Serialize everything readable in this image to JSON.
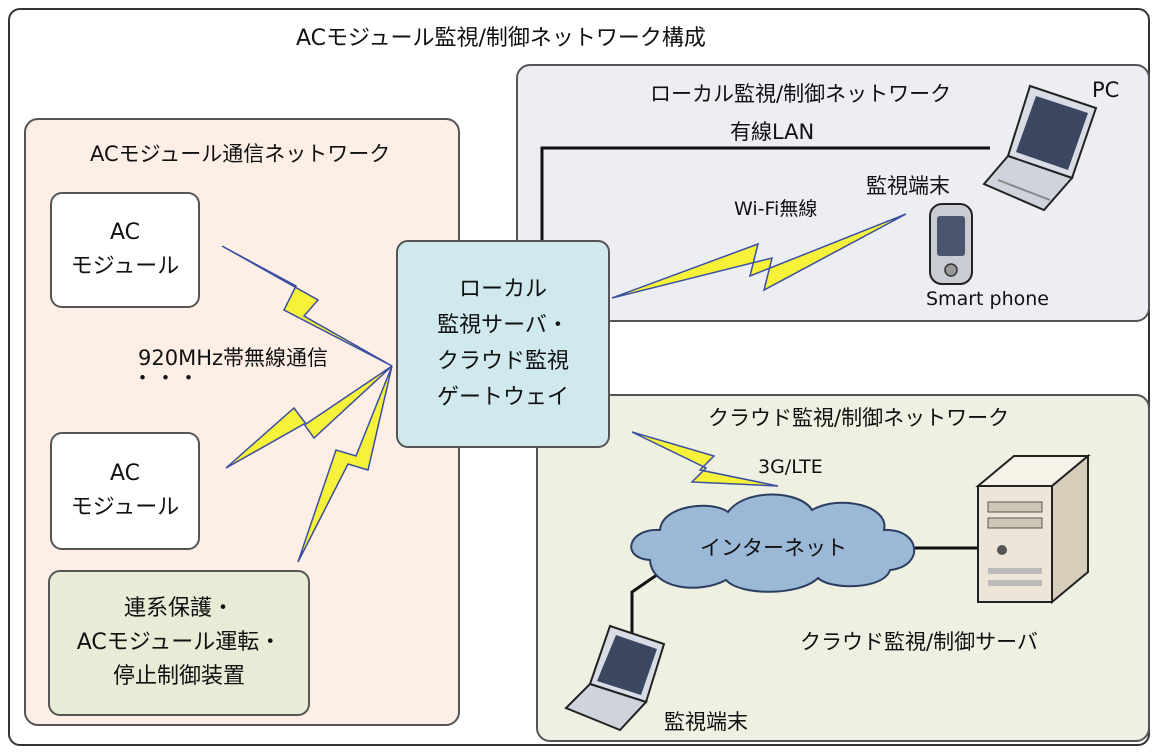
{
  "title": "ACモジュール監視/制御ネットワーク構成",
  "left_panel": {
    "title": "ACモジュール通信ネットワーク",
    "ac_module_1": "AC\nモジュール",
    "ac_module_2": "AC\nモジュール",
    "radio_label": "920MHz帯無線通信",
    "ellipsis": "・・・",
    "control_device": "連系保護・\nACモジュール運転・\n停止制御装置"
  },
  "gateway": "ローカル\n監視サーバ・\nクラウド監視\nゲートウェイ",
  "local_panel": {
    "title": "ローカル監視/制御ネットワーク",
    "pc_label": "PC",
    "wired_label": "有線LAN",
    "terminal_label": "監視端末",
    "wifi_label": "Wi-Fi無線",
    "smartphone_label": "Smart phone"
  },
  "cloud_panel": {
    "title": "クラウド監視/制御ネットワーク",
    "mobile_label": "3G/LTE",
    "internet_label": "インターネット",
    "server_label": "クラウド監視/制御サーバ",
    "terminal_label": "監視端末"
  },
  "colors": {
    "left_panel_bg": "#fdeee6",
    "local_panel_bg": "#ededf4",
    "cloud_panel_bg": "#eef0e2",
    "gateway_bg": "#cfe9ef",
    "control_bg": "#e6ecd6",
    "bolt_fill": "#f6f23a",
    "cloud_fill": "#9bb8d6"
  },
  "icons": [
    "lightning-bolt-icon",
    "laptop-icon",
    "smartphone-icon",
    "cloud-icon",
    "server-icon"
  ]
}
